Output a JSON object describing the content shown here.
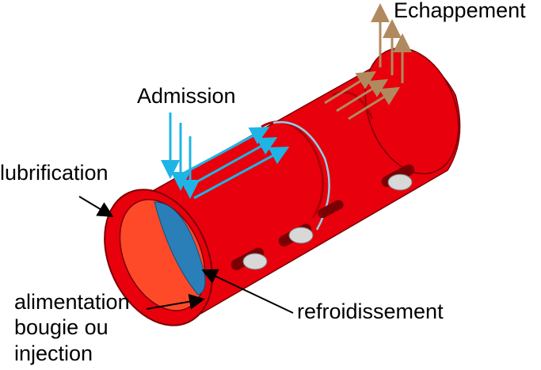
{
  "labels": {
    "echappement": "Echappement",
    "admission": "Admission",
    "lubrification": "lubrification",
    "alimentation_line1": "alimentation",
    "alimentation_line2": "bougie ou",
    "alimentation_line3": "injection",
    "refroidissement": "refroidissement"
  },
  "colors": {
    "cylinder_red": "#e8000c",
    "cylinder_dark": "#b00008",
    "admission_arrow": "#1fb4e6",
    "exhaust_arrow": "#b08a5e",
    "piston_blue": "#2a7fb8",
    "pin_grey": "#d8d8d8"
  }
}
